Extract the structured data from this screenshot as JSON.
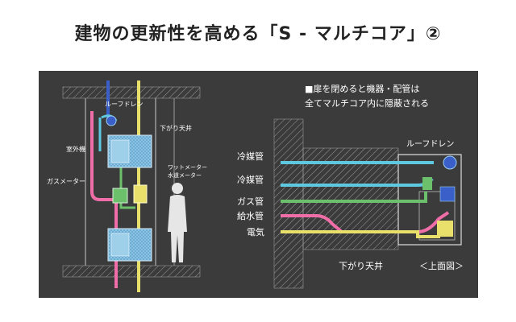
{
  "title": "建物の更新性を高める「S - マルチコア」②",
  "left_diagram": {
    "roof_drain": "ルーフドレン",
    "lowered_ceiling": "下がり天井",
    "outdoor_unit": "室外機",
    "watt_meter": "ワットメーター",
    "water_meter": "水道メーター",
    "gas_meter": "ガスメーター"
  },
  "right_diagram": {
    "caption_line1": "■扉を閉めると機器・配管は",
    "caption_line2": "全てマルチコア内に隠蔽される",
    "roof_drain": "ルーフドレン",
    "pipe_labels": [
      "冷媒管",
      "冷媒管",
      "ガス管",
      "給水管",
      "電気"
    ],
    "lowered_ceiling": "下がり天井",
    "view_label": "＜上面図＞"
  },
  "colors": {
    "panel_bg": "#3b3b3b",
    "refrigerant": "#5ec8e0",
    "gas": "#6cc06c",
    "water": "#f06ea8",
    "electric": "#e8e06a",
    "drain": "#3a5fc8"
  }
}
